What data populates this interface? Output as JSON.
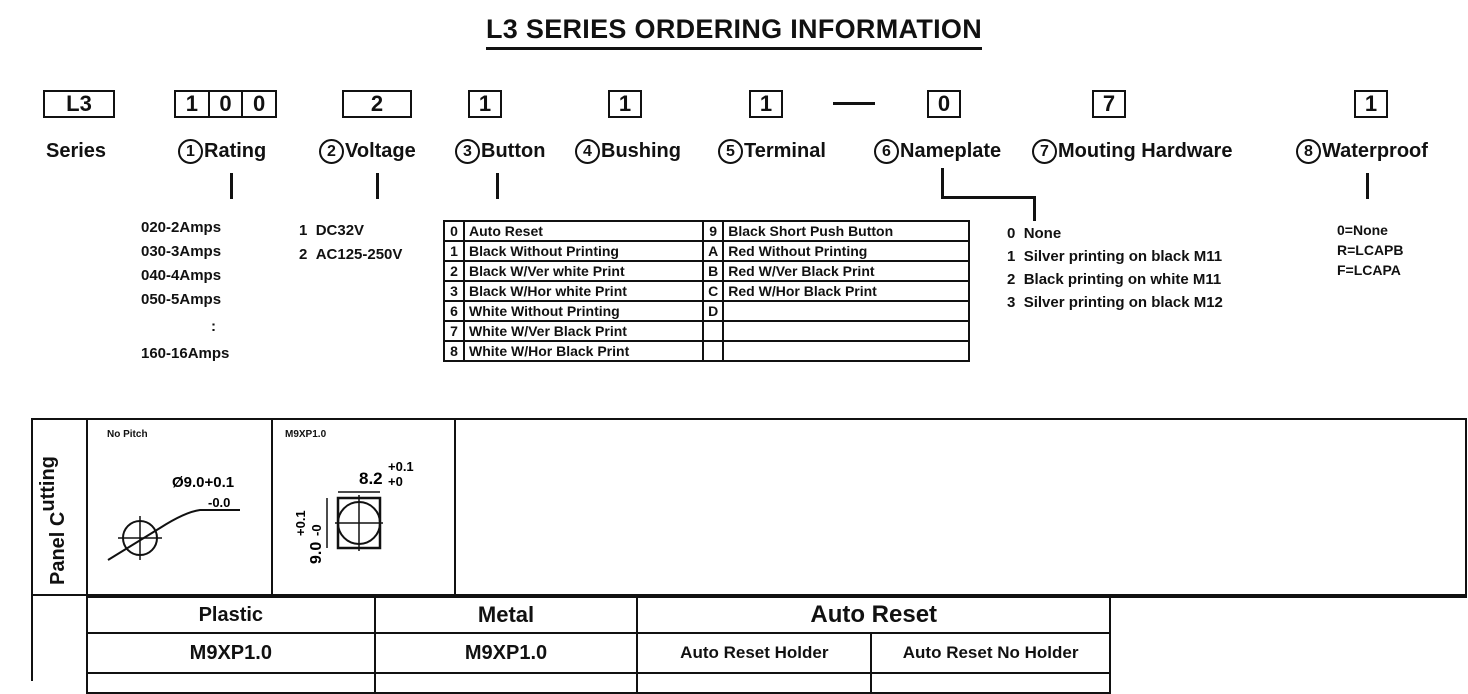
{
  "title": "L3 SERIES ORDERING INFORMATION",
  "code": {
    "series": "L3",
    "rating_digits": [
      "1",
      "0",
      "0"
    ],
    "voltage": "2",
    "button": "1",
    "bushing": "1",
    "terminal": "1",
    "nameplate": "0",
    "mounting": "7",
    "waterproof": "1"
  },
  "labels": {
    "series": "Series",
    "rating": {
      "num": "1",
      "text": "Rating"
    },
    "voltage": {
      "num": "2",
      "text": "Voltage"
    },
    "button": {
      "num": "3",
      "text": "Button"
    },
    "bushing": {
      "num": "4",
      "text": "Bushing"
    },
    "terminal": {
      "num": "5",
      "text": "Terminal"
    },
    "nameplate": {
      "num": "6",
      "text": "Nameplate"
    },
    "mounting": {
      "num": "7",
      "text": "Mouting Hardware"
    },
    "waterproof": {
      "num": "8",
      "text": "Waterproof"
    }
  },
  "ratings": [
    "020-2Amps",
    "030-3Amps",
    "040-4Amps",
    "050-5Amps",
    ":",
    "160-16Amps"
  ],
  "voltages": [
    {
      "code": "1",
      "text": "DC32V"
    },
    {
      "code": "2",
      "text": "AC125-250V"
    }
  ],
  "buttons": [
    {
      "c1": "0",
      "t1": "Auto Reset",
      "c2": "9",
      "t2": "Black Short Push Button"
    },
    {
      "c1": "1",
      "t1": "Black Without Printing",
      "c2": "A",
      "t2": "Red Without Printing"
    },
    {
      "c1": "2",
      "t1": "Black W/Ver white Print",
      "c2": "B",
      "t2": "Red W/Ver Black Print"
    },
    {
      "c1": "3",
      "t1": "Black W/Hor white Print",
      "c2": "C",
      "t2": "Red W/Hor Black Print"
    },
    {
      "c1": "6",
      "t1": "White Without Printing",
      "c2": "D",
      "t2": ""
    },
    {
      "c1": "7",
      "t1": "White W/Ver Black Print",
      "c2": "",
      "t2": ""
    },
    {
      "c1": "8",
      "t1": "White W/Hor Black Print",
      "c2": "",
      "t2": ""
    }
  ],
  "nameplates": [
    {
      "code": "0",
      "text": "None"
    },
    {
      "code": "1",
      "text": "Silver printing on black M11"
    },
    {
      "code": "2",
      "text": "Black printing on white M11"
    },
    {
      "code": "3",
      "text": "Silver printing on black M12"
    }
  ],
  "waterproof_options": [
    "0=None",
    "R=LCAPB",
    "F=LCAPA"
  ],
  "panel": {
    "side_label_a": "Panel C",
    "side_label_b": "utting",
    "cell1_title": "No Pitch",
    "cell1_dim": "Ø9.0+0.1",
    "cell1_tol": "-0.0",
    "cell2_title": "M9XP1.0",
    "cell2_dim_top": "8.2",
    "cell2_tol_top_plus": "+0.1",
    "cell2_tol_top_minus": "+0",
    "cell2_dim_side": "9.0",
    "cell2_tol_side_plus": "+0.1",
    "cell2_tol_side_minus": "-0"
  },
  "bottom": {
    "plastic": "Plastic",
    "metal": "Metal",
    "auto_reset": "Auto Reset",
    "plastic_sub": "M9XP1.0",
    "metal_sub": "M9XP1.0",
    "ar_holder": "Auto Reset Holder",
    "ar_no_holder": "Auto Reset No Holder"
  }
}
